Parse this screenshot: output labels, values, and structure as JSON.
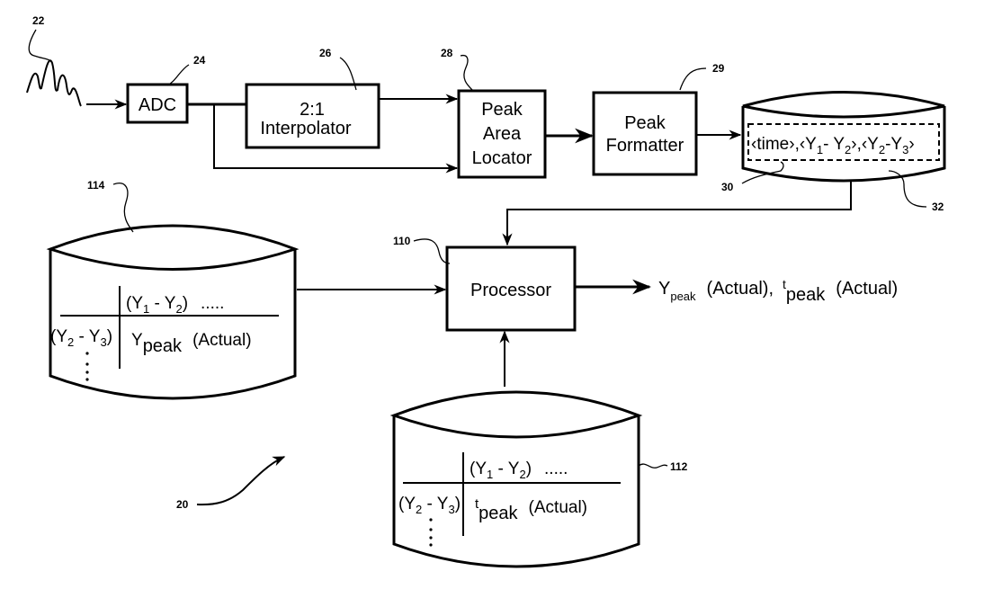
{
  "figure": {
    "ref_system": "20",
    "input_signal": {
      "ref": "22",
      "icon": "analog-waveform-icon"
    },
    "adc": {
      "ref": "24",
      "label": "ADC"
    },
    "interpolator": {
      "ref": "26",
      "line1": "2:1",
      "line2": "Interpolator"
    },
    "peak_area_locator": {
      "ref": "28",
      "line1": "Peak",
      "line2": "Area",
      "line3": "Locator"
    },
    "peak_formatter": {
      "ref": "29",
      "line1": "Peak",
      "line2": "Formatter"
    },
    "record_store": {
      "ref": "32",
      "record_ref": "30",
      "time": "‹time›",
      "sep": ",",
      "y1y2_open": "‹Y",
      "y1y2_sub1": "1",
      "y1y2_mid": "- Y",
      "y1y2_sub2": "2",
      "y1y2_close": "›",
      "y2y3_open": "‹Y",
      "y2y3_sub1": "2",
      "y2y3_mid": "-Y",
      "y2y3_sub2": "3",
      "y2y3_close": "›"
    },
    "processor": {
      "ref": "110",
      "label": "Processor"
    },
    "output": {
      "y_main": "Y",
      "y_sub": "peak",
      "y_qual": "(Actual),",
      "t_main": "t",
      "t_sub": "peak",
      "t_qual": "(Actual)"
    },
    "ypeak_table": {
      "ref": "114",
      "col_head_open": "(Y",
      "col_head_sub1": "1",
      "col_head_mid": " - Y",
      "col_head_sub2": "2",
      "col_head_close": ")",
      "col_dots": ".....",
      "row_head_open": "(Y",
      "row_head_sub1": "2",
      "row_head_mid": " - Y",
      "row_head_sub2": "3",
      "row_head_close": ")",
      "cell_main": "Y",
      "cell_sub": "peak",
      "cell_qual": "(Actual)"
    },
    "tpeak_table": {
      "ref": "112",
      "col_head_open": "(Y",
      "col_head_sub1": "1",
      "col_head_mid": " - Y",
      "col_head_sub2": "2",
      "col_head_close": ")",
      "col_dots": ".....",
      "row_head_open": "(Y",
      "row_head_sub1": "2",
      "row_head_mid": " - Y",
      "row_head_sub2": "3",
      "row_head_close": ")",
      "cell_main": "t",
      "cell_sub": "peak",
      "cell_qual": "(Actual)"
    }
  }
}
